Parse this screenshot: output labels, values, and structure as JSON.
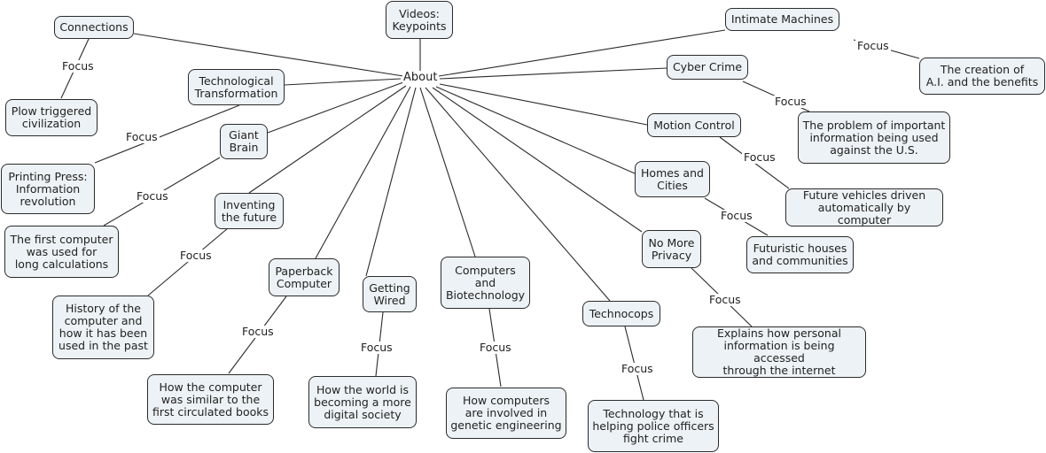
{
  "center": {
    "label": "About"
  },
  "link_label": "Focus",
  "topics": [
    {
      "id": "connections",
      "label": "Connections",
      "focus": "Plow triggered\ncivilization"
    },
    {
      "id": "videos",
      "label": "Videos:\nKeypoints",
      "focus": null
    },
    {
      "id": "intimate",
      "label": "Intimate Machines",
      "focus": "The creation of\nA.I. and the benefits"
    },
    {
      "id": "techtrans",
      "label": "Technological\nTransformation",
      "focus": "Printing Press:\nInformation\nrevolution"
    },
    {
      "id": "cyber",
      "label": "Cyber Crime",
      "focus": "The problem of important\ninformation being used\nagainst the U.S."
    },
    {
      "id": "giant",
      "label": "Giant\nBrain",
      "focus": "The first computer\nwas used for\nlong calculations"
    },
    {
      "id": "motion",
      "label": "Motion Control",
      "focus": "Future vehicles driven\nautomatically by computer"
    },
    {
      "id": "homes",
      "label": "Homes and\nCities",
      "focus": "Futuristic houses\nand communities"
    },
    {
      "id": "inventing",
      "label": "Inventing\nthe future",
      "focus": "History of the\ncomputer and\nhow it has been\nused in the past"
    },
    {
      "id": "privacy",
      "label": "No More\nPrivacy",
      "focus": "Explains how personal\ninformation is being accessed\nthrough the internet"
    },
    {
      "id": "paperback",
      "label": "Paperback\nComputer",
      "focus": "How the computer\nwas similar to the\nfirst circulated books"
    },
    {
      "id": "wired",
      "label": "Getting\nWired",
      "focus": "How the world is\nbecoming a more\ndigital society"
    },
    {
      "id": "biotech",
      "label": "Computers\nand\nBiotechnology",
      "focus": "How computers\nare involved in\ngenetic engineering"
    },
    {
      "id": "technocops",
      "label": "Technocops",
      "focus": "Technology that is\nhelping police officers\nfight crime"
    }
  ]
}
